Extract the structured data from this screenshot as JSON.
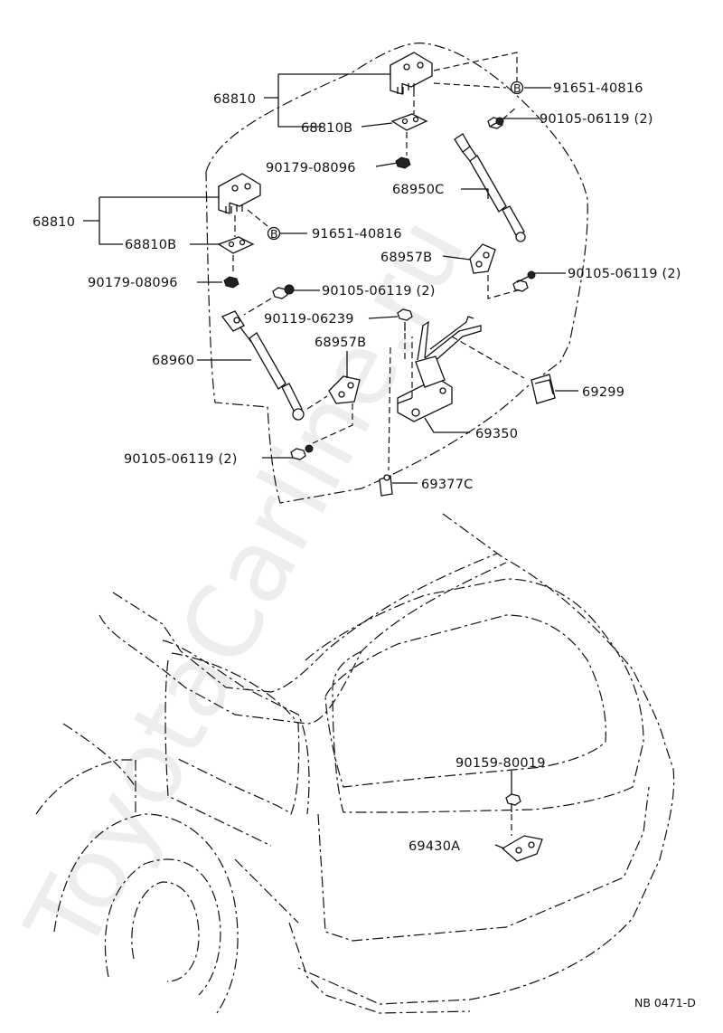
{
  "watermark": "ToyotaCarline.ru",
  "footer_code": "NB 0471-D",
  "labels": {
    "p68810_top": "68810",
    "p68810b_top": "68810B",
    "p91651_top": "91651-40816",
    "p90105_top_right": "90105-06119 (2)",
    "p90179_top": "90179-08096",
    "p68950c": "68950C",
    "p68810_left": "68810",
    "p91651_left": "91651-40816",
    "p68810b_left": "68810B",
    "p68957b_right": "68957B",
    "p90105_right": "90105-06119 (2)",
    "p90179_left": "90179-08096",
    "p90105_mid": "90105-06119 (2)",
    "p90119": "90119-06239",
    "p68957b_left": "68957B",
    "p68960": "68960",
    "p69299": "69299",
    "p69350": "69350",
    "p90105_bottom": "90105-06119 (2)",
    "p69377c": "69377C",
    "p90159": "90159-80019",
    "p69430a": "69430A"
  },
  "b_marker": "B"
}
